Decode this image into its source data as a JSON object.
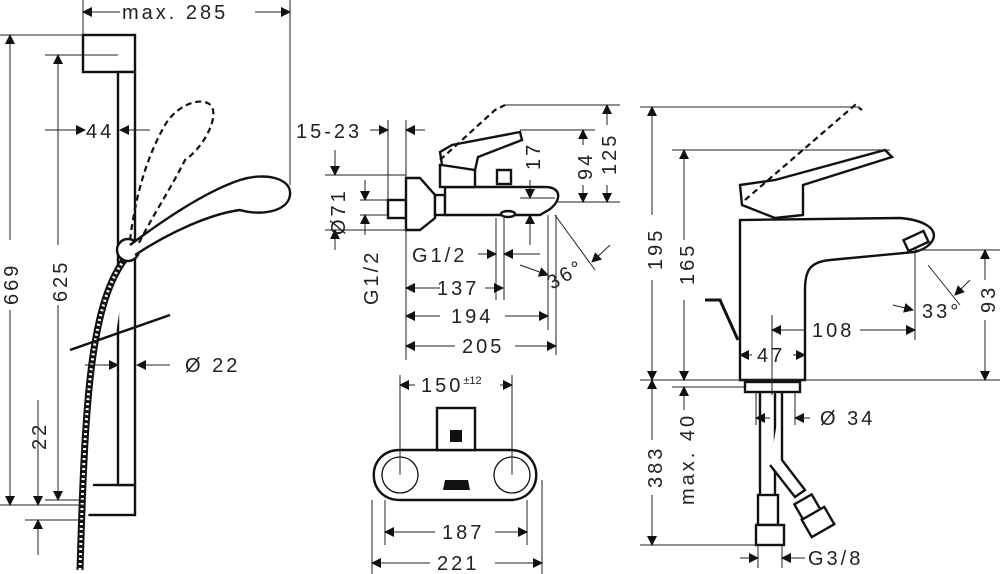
{
  "shower_set": {
    "max_width": "max. 285",
    "height_total": "669",
    "height_rail": "625",
    "offset": "44",
    "rail_diameter": "Ø 22",
    "bottom_offset": "22"
  },
  "bath_mixer_side": {
    "wall_gap": "15-23",
    "rosette_diameter": "Ø71",
    "inlet_thread": "G1/2",
    "outlet_thread": "G1/2",
    "diverter_height": "17",
    "lever_height": "94",
    "lever_max_height": "125",
    "spout_angle": "36°",
    "depth_outlet": "137",
    "depth_spout": "194",
    "depth_total": "205"
  },
  "bath_mixer_front": {
    "centers": "150",
    "centers_tolerance": "±12",
    "width_body": "187",
    "width_total": "221"
  },
  "basin_mixer": {
    "height_max": "195",
    "height_lever": "165",
    "spout_angle": "33°",
    "spout_height": "93",
    "projection": "108",
    "body_width": "47",
    "hole_diameter": "Ø 34",
    "hose_length": "383",
    "max_counter": "max. 40",
    "thread": "G3/8"
  }
}
